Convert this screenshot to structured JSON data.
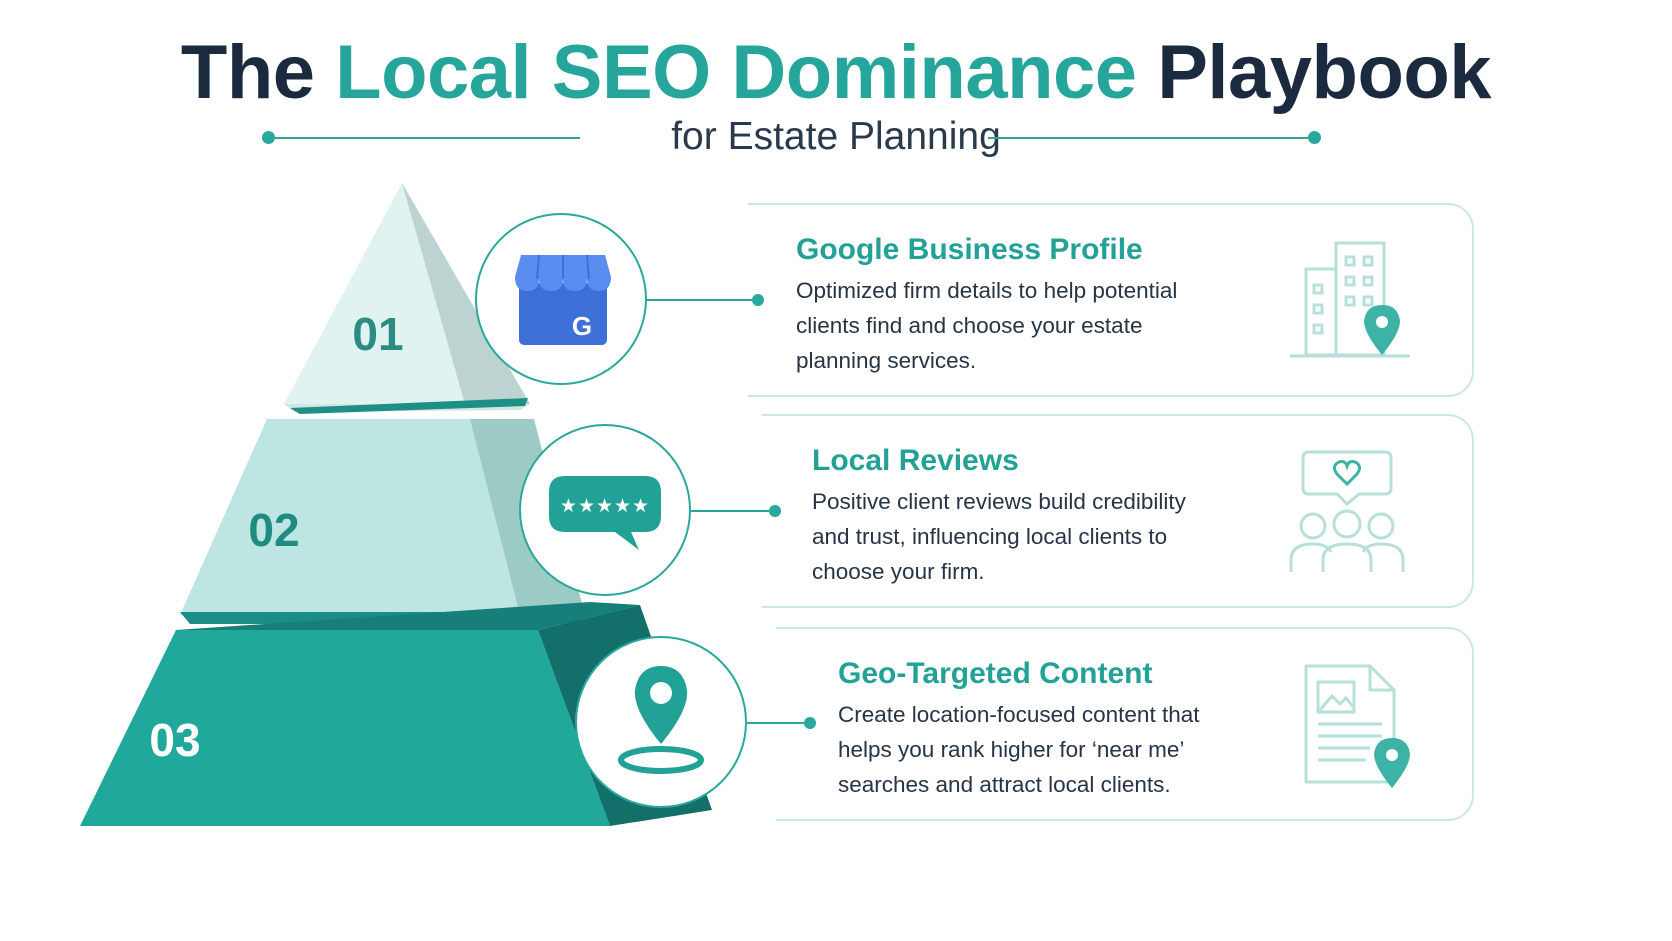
{
  "header": {
    "title_prefix": "The",
    "title_accent": "Local SEO Dominance",
    "title_suffix": "Playbook",
    "subtitle": "for Estate Planning"
  },
  "pyramid": {
    "levels": [
      {
        "number": "01",
        "color": "#dff3f1",
        "side_color": "#bcd6d3"
      },
      {
        "number": "02",
        "color": "#b9e4e0",
        "side_color": "#8fc6c0"
      },
      {
        "number": "03",
        "color": "#1fa89b",
        "side_color": "#15807a"
      }
    ]
  },
  "steps": [
    {
      "title": "Google Business Profile",
      "description": "Optimized firm details to help potential clients find and choose your estate planning services.",
      "icon": "google-business-store-icon",
      "side_icon": "office-building-location-icon",
      "badge_letter": "G"
    },
    {
      "title": "Local Reviews",
      "description": "Positive client reviews build credibility and trust, influencing local clients to choose your firm.",
      "icon": "review-stars-speech-bubble-icon",
      "side_icon": "heart-bubble-people-icon",
      "badge_letter": "★★★★★"
    },
    {
      "title": "Geo-Targeted Content",
      "description": "Create location-focused content that helps you rank higher for ‘near me’ searches and attract local clients.",
      "icon": "map-pin-icon",
      "side_icon": "document-location-icon"
    }
  ],
  "colors": {
    "teal": "#26a69a",
    "navy": "#1b2a3f",
    "card_border": "#c9e9e5",
    "google_blue": "#4f86ec"
  }
}
